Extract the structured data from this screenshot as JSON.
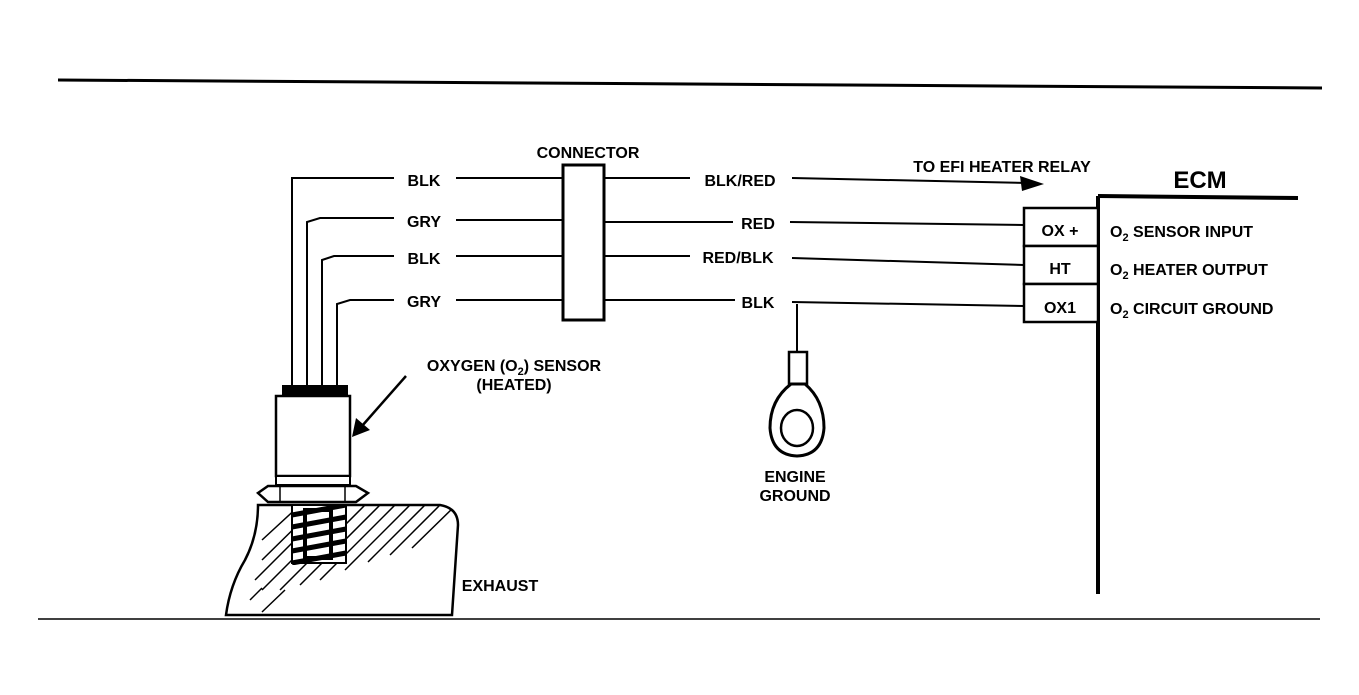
{
  "labels": {
    "connector": "CONNECTOR",
    "relay": "TO EFI HEATER RELAY",
    "ecm": "ECM",
    "sensor_line1": "OXYGEN (O",
    "sensor_sub": "2",
    "sensor_line1_end": ") SENSOR",
    "sensor_line2": "(HEATED)",
    "engine_ground_1": "ENGINE",
    "engine_ground_2": "GROUND",
    "exhaust": "EXHAUST"
  },
  "left_wires": [
    "BLK",
    "GRY",
    "BLK",
    "GRY"
  ],
  "right_wires": [
    "BLK/RED",
    "RED",
    "RED/BLK",
    "BLK"
  ],
  "ecm_pins": [
    {
      "pin": "OX +",
      "desc_pre": "O",
      "desc_sub": "2",
      "desc_post": " SENSOR INPUT"
    },
    {
      "pin": "HT",
      "desc_pre": "O",
      "desc_sub": "2",
      "desc_post": " HEATER OUTPUT"
    },
    {
      "pin": "OX1",
      "desc_pre": "O",
      "desc_sub": "2",
      "desc_post": " CIRCUIT GROUND"
    }
  ]
}
